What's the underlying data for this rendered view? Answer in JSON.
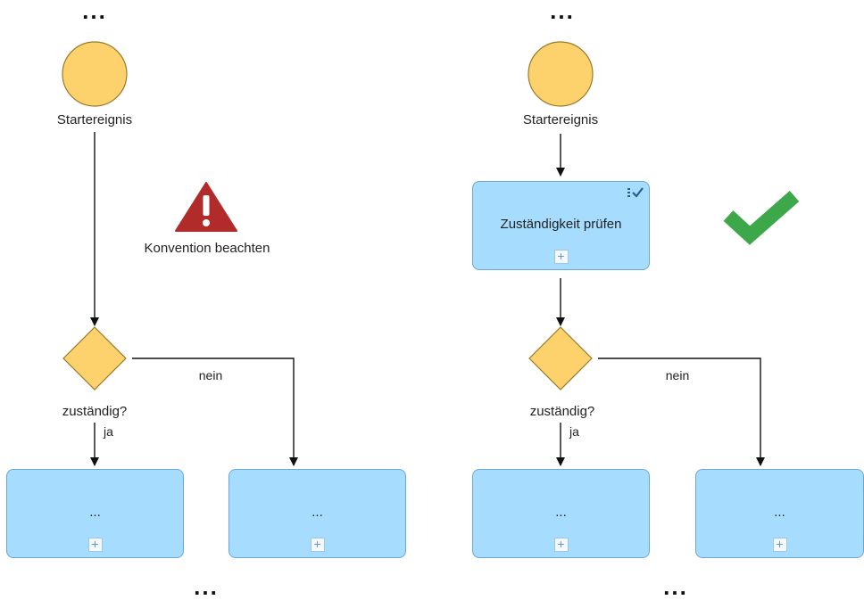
{
  "left": {
    "top_dots": "...",
    "start_label": "Startereignis",
    "warning_label": "Konvention beachten",
    "gateway_label": "zuständig?",
    "yes_label": "ja",
    "no_label": "nein",
    "task_a_text": "...",
    "task_b_text": "...",
    "bottom_dots": "..."
  },
  "right": {
    "top_dots": "...",
    "start_label": "Startereignis",
    "task_check_label": "Zuständigkeit prüfen",
    "gateway_label": "zuständig?",
    "yes_label": "ja",
    "no_label": "nein",
    "task_a_text": "...",
    "task_b_text": "...",
    "bottom_dots": "..."
  },
  "colors": {
    "event_fill": "#fdd16b",
    "gateway_fill": "#fdd16b",
    "task_fill": "#a6ddff",
    "warning": "#b22b2b",
    "check": "#3da84a"
  },
  "icons": {
    "warning": "warning-triangle-icon",
    "check": "checkmark-icon",
    "task_marker": "checklist-icon",
    "add": "plus-icon"
  }
}
